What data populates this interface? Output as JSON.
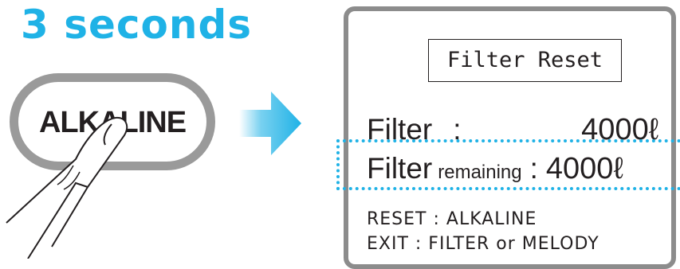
{
  "caption": "3 seconds",
  "button": {
    "label": "ALKALINE"
  },
  "panel": {
    "title": "Filter Reset",
    "filter_row": {
      "label": "Filter",
      "colon": ":",
      "value": "4000ℓ"
    },
    "remaining_row": {
      "label": "Filter",
      "sub": "remaining",
      "colon": ":",
      "value": "4000ℓ"
    },
    "help": {
      "reset": "RESET : ALKALINE",
      "exit": "EXIT : FILTER or MELODY"
    }
  },
  "colors": {
    "accent": "#1fb2e6",
    "frame": "#8c8c8c",
    "text": "#231f20"
  },
  "icons": {
    "hand": "pointing-hand-icon",
    "arrow": "right-arrow-icon"
  }
}
